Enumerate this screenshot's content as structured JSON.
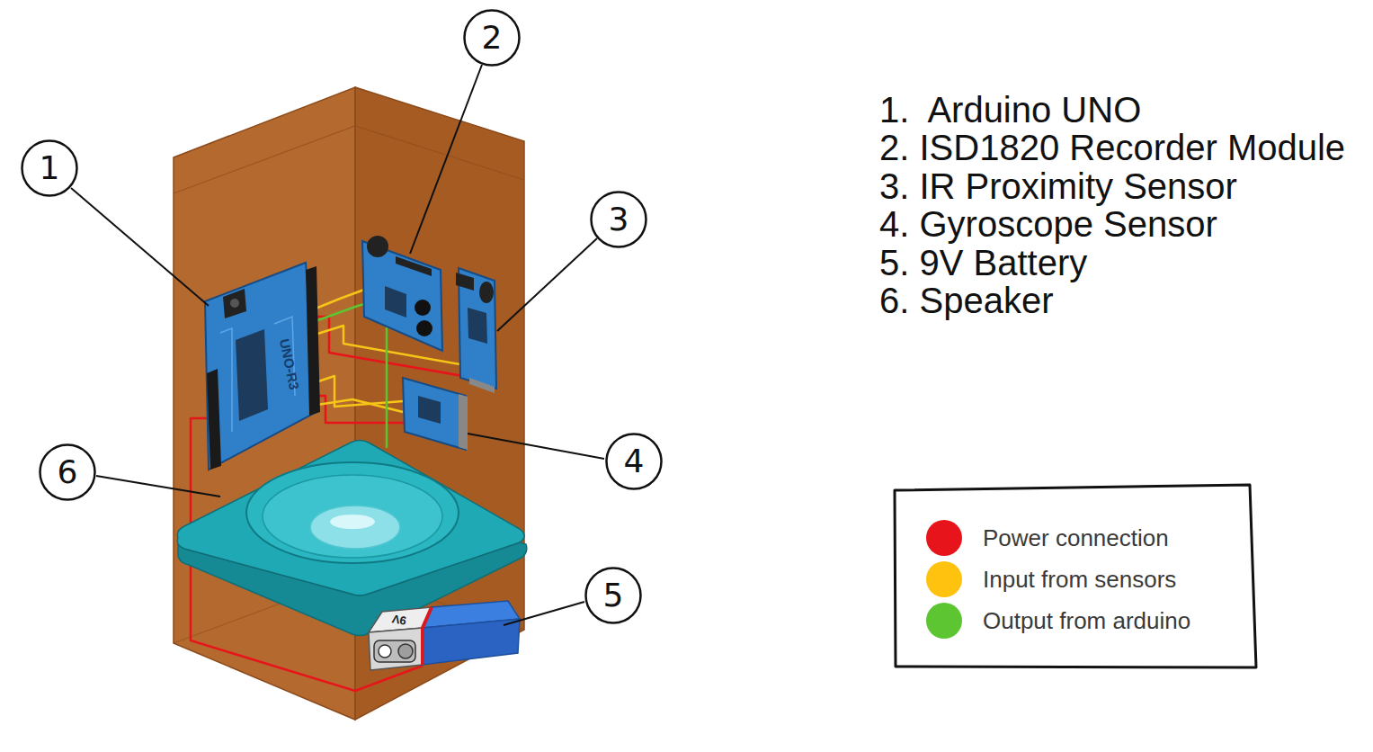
{
  "diagram": {
    "nodes": [
      {
        "text": [
          "1"
        ]
      },
      {
        "text": [
          "2"
        ]
      },
      {
        "text": [
          "3"
        ]
      },
      {
        "text": [
          "4"
        ]
      },
      {
        "text": [
          "5"
        ]
      },
      {
        "text": [
          "6"
        ]
      }
    ],
    "labels": [
      "1.  Arduino UNO",
      "2. ISD1820 Recorder Module",
      "3. IR Proximity Sensor",
      "4. Gyroscope Sensor",
      "5. 9V Battery",
      "6. Speaker",
      "UNO-R3",
      "9V"
    ],
    "legend": [
      {
        "text": "Power connection",
        "color": "#e8141b"
      },
      {
        "text": "Input from sensors",
        "color": "#ffc20e"
      },
      {
        "text": "Output from arduino",
        "color": "#5cc531"
      }
    ]
  }
}
